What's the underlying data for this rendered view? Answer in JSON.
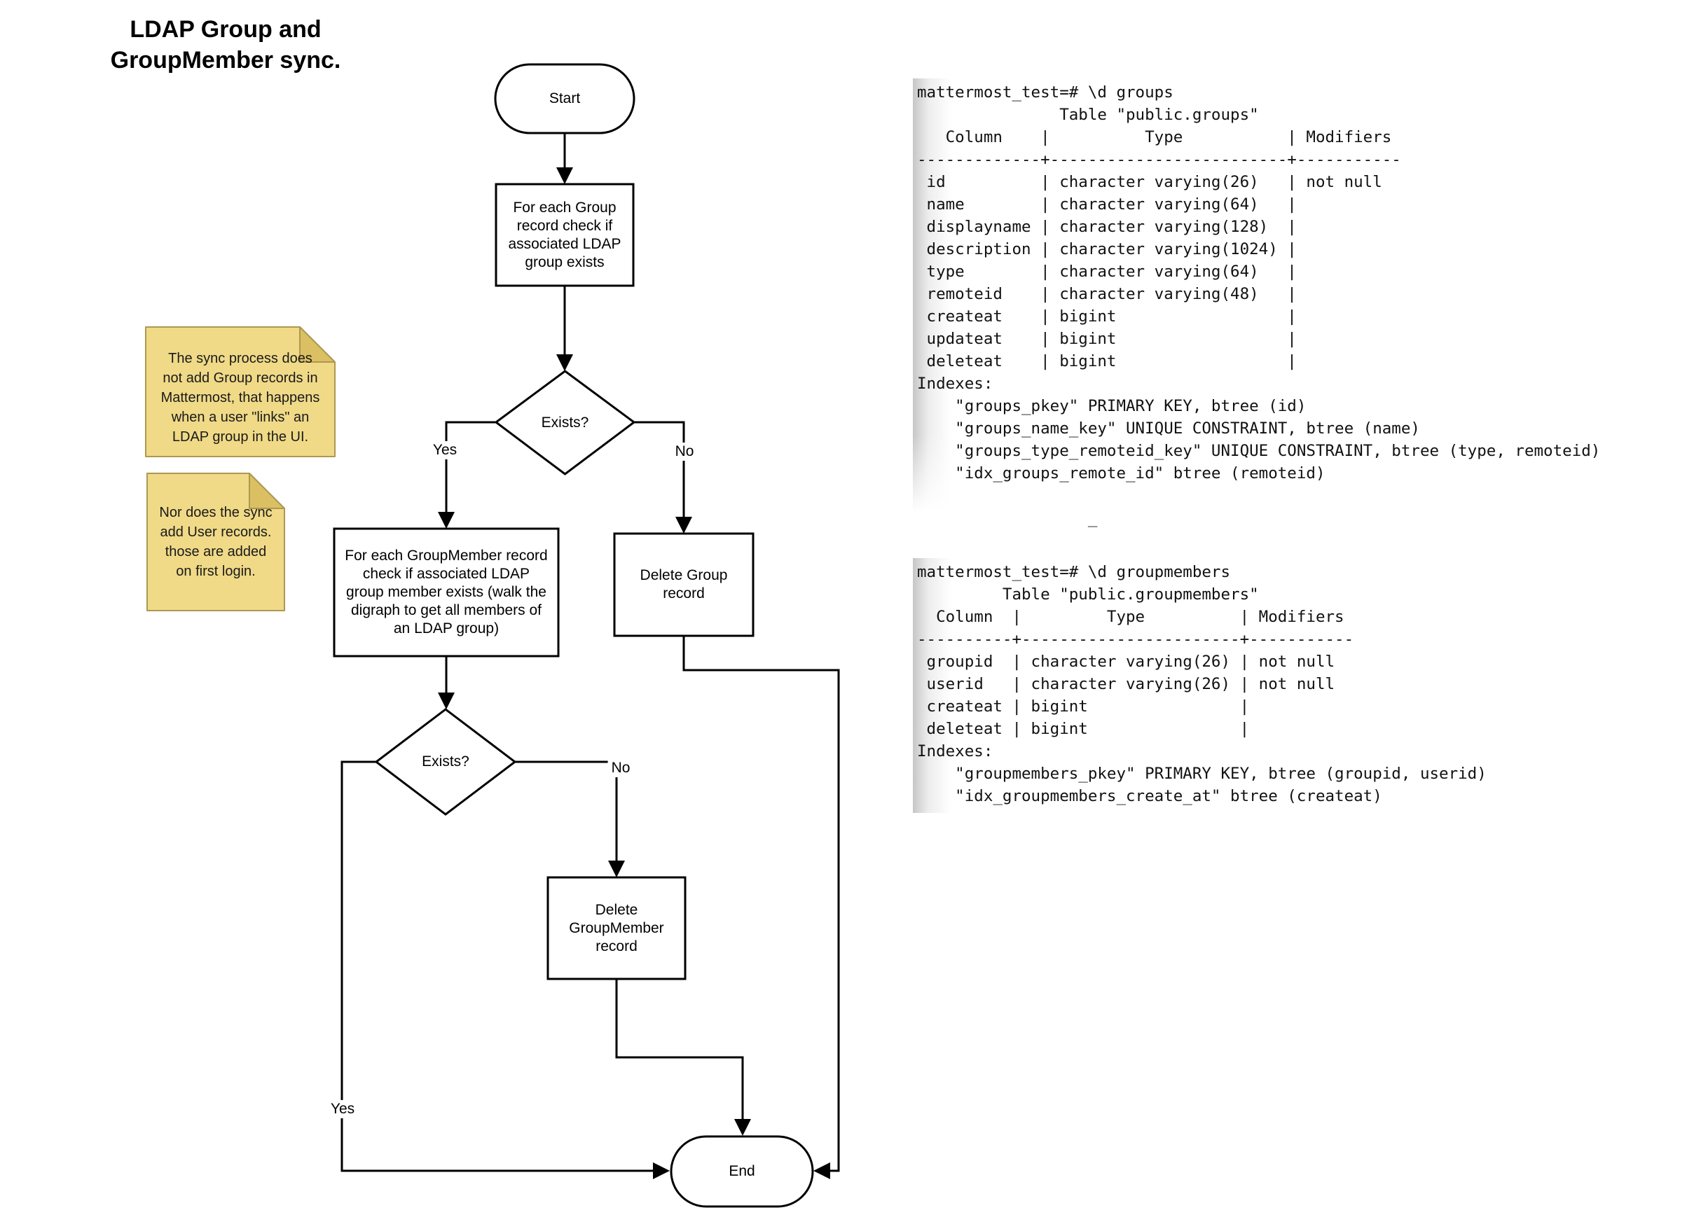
{
  "title": "LDAP Group and\nGroupMember sync.",
  "flowchart": {
    "start_label": "Start",
    "check_group_label": "For each Group\nrecord check if\nassociated LDAP\ngroup exists",
    "decision1_label": "Exists?",
    "decision1_yes": "Yes",
    "decision1_no": "No",
    "check_groupmember_label": "For each GroupMember record\ncheck if associated LDAP\ngroup member exists (walk the\ndigraph to get all members of\nan LDAP group)",
    "delete_group_label": "Delete Group\nrecord",
    "decision2_label": "Exists?",
    "decision2_yes": "Yes",
    "decision2_no": "No",
    "delete_groupmember_label": "Delete\nGroupMember\nrecord",
    "end_label": "End"
  },
  "notes": {
    "note1": "The sync process does\nnot add Group records in\nMattermost, that happens\nwhen a user \"links\" an\nLDAP group in the UI.",
    "note2": "Nor does the sync\nadd User records.\nthose are added\non first login."
  },
  "terminals": {
    "groups": "mattermost_test=# \\d groups\n               Table \"public.groups\"\n   Column    |          Type           | Modifiers\n-------------+-------------------------+-----------\n id          | character varying(26)   | not null\n name        | character varying(64)   |\n displayname | character varying(128)  |\n description | character varying(1024) |\n type        | character varying(64)   |\n remoteid    | character varying(48)   |\n createat    | bigint                  |\n updateat    | bigint                  |\n deleteat    | bigint                  |\nIndexes:\n    \"groups_pkey\" PRIMARY KEY, btree (id)\n    \"groups_name_key\" UNIQUE CONSTRAINT, btree (name)\n    \"groups_type_remoteid_key\" UNIQUE CONSTRAINT, btree (type, remoteid)\n    \"idx_groups_remote_id\" btree (remoteid)\n\n                  _",
    "groupmembers": "mattermost_test=# \\d groupmembers\n         Table \"public.groupmembers\"\n  Column  |         Type          | Modifiers\n----------+-----------------------+-----------\n groupid  | character varying(26) | not null\n userid   | character varying(26) | not null\n createat | bigint                |\n deleteat | bigint                |\nIndexes:\n    \"groupmembers_pkey\" PRIMARY KEY, btree (groupid, userid)\n    \"idx_groupmembers_create_at\" btree (createat)"
  },
  "colors": {
    "line": "#000000",
    "shape_fill": "#ffffff",
    "note_fill": "#F0DA87",
    "note_fold": "#DBC063",
    "note_border": "#AE9752"
  }
}
